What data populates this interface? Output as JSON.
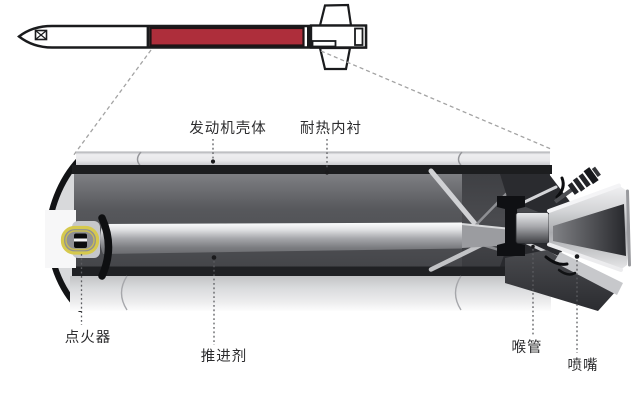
{
  "figure": {
    "type": "technical-cutaway-diagram",
    "subject": "solid rocket motor cross-section with missile overview",
    "labels": {
      "casing": "发动机壳体",
      "liner": "耐热内衬",
      "igniter": "点火器",
      "propellant": "推进剂",
      "throat": "喉管",
      "nozzle": "喷嘴"
    },
    "colors": {
      "motor_section_red": "#ae2e3b",
      "igniter_yellow": "#d6c94e",
      "propellant_gray": "#55565a",
      "casing_gray": "#d8d9db",
      "outline_black": "#1a1b1d",
      "label_text": "#2c2c2e",
      "background": "#ffffff"
    }
  }
}
